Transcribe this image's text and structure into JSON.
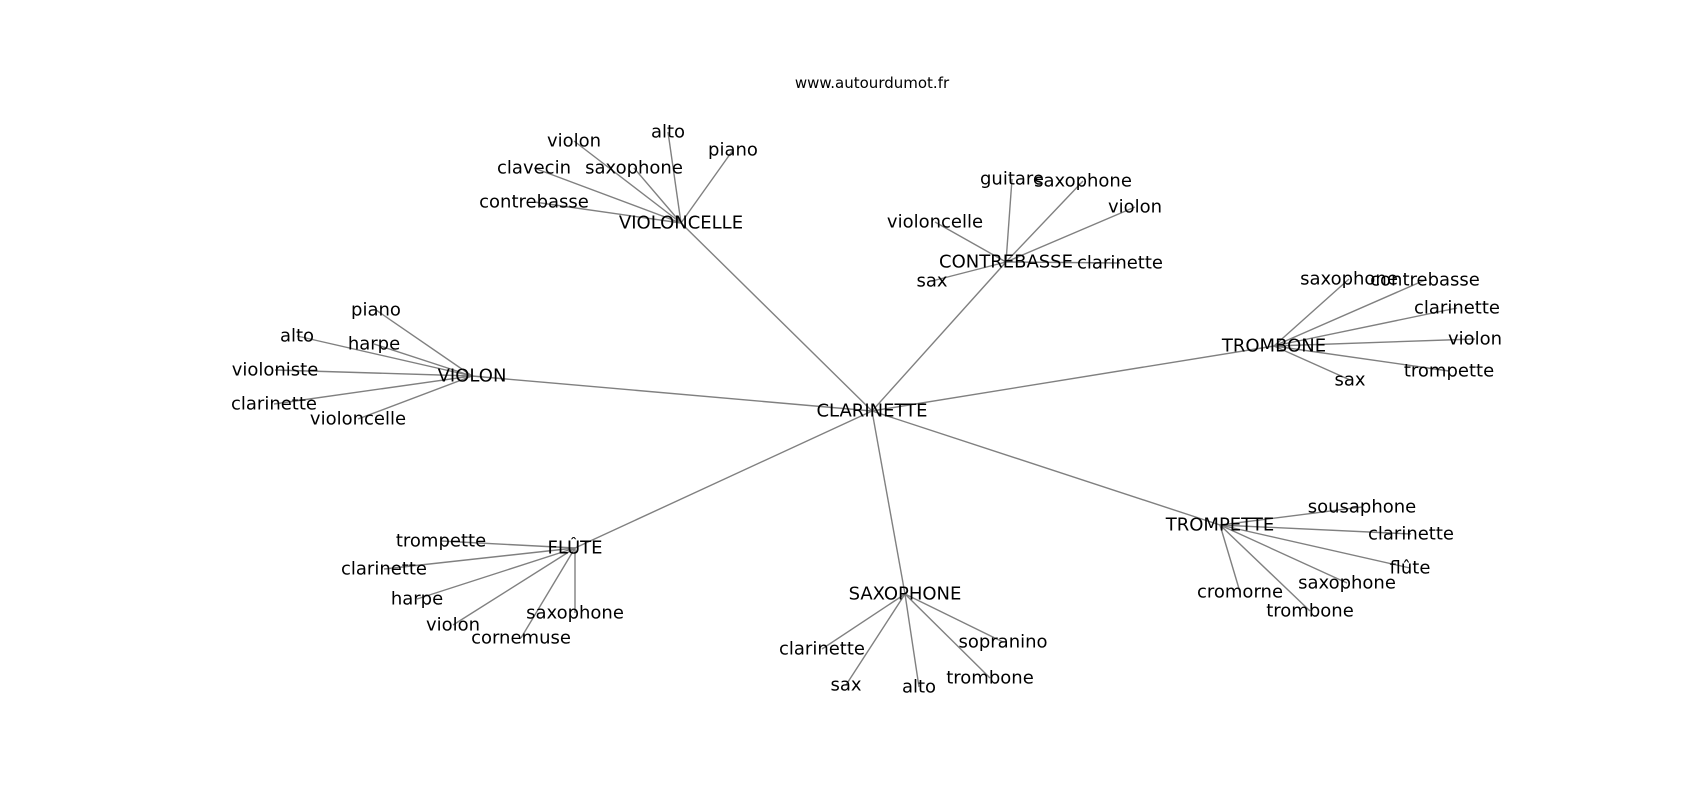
{
  "source": "www.autourdumot.fr",
  "center": "CLARINETTE",
  "hubs": [
    {
      "id": "violoncelle",
      "label": "VIOLONCELLE",
      "leaves": [
        "contrebasse",
        "clavecin",
        "violon",
        "saxophone",
        "alto",
        "piano"
      ]
    },
    {
      "id": "contrebasse",
      "label": "CONTREBASSE",
      "leaves": [
        "violoncelle",
        "guitare",
        "saxophone",
        "violon",
        "clarinette",
        "sax"
      ]
    },
    {
      "id": "violon",
      "label": "VIOLON",
      "leaves": [
        "piano",
        "alto",
        "harpe",
        "violoniste",
        "clarinette",
        "violoncelle"
      ]
    },
    {
      "id": "trombone",
      "label": "TROMBONE",
      "leaves": [
        "saxophone",
        "contrebasse",
        "clarinette",
        "violon",
        "trompette",
        "sax"
      ]
    },
    {
      "id": "flute",
      "label": "FLÛTE",
      "leaves": [
        "trompette",
        "clarinette",
        "harpe",
        "violon",
        "cornemuse",
        "saxophone"
      ]
    },
    {
      "id": "saxophone",
      "label": "SAXOPHONE",
      "leaves": [
        "clarinette",
        "sax",
        "alto",
        "trombone",
        "sopranino"
      ]
    },
    {
      "id": "trompette",
      "label": "TROMPETTE",
      "leaves": [
        "sousaphone",
        "clarinette",
        "flûte",
        "saxophone",
        "trombone",
        "cromorne"
      ]
    }
  ]
}
